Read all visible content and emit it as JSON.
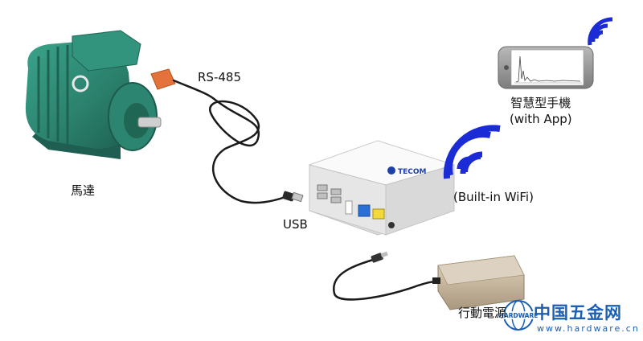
{
  "labels": {
    "motor": "馬達",
    "rs485": "RS-485",
    "usb": "USB",
    "wifi": "(Built-in WiFi)",
    "phone_line1": "智慧型手機",
    "phone_line2": "(with App)",
    "battery": "行動電源"
  },
  "device": {
    "brand": "TECOM"
  },
  "watermark": {
    "main": "中国五金网",
    "url": "www.hardware.cn",
    "ring_text": "HARDWARE"
  },
  "colors": {
    "motor": "#2e8c76",
    "sensor": "#e3733a",
    "wifi": "#1b2bd6",
    "device": "#eeeeee",
    "battery": "#c8b9a3",
    "watermark": "#1a5fb4"
  }
}
